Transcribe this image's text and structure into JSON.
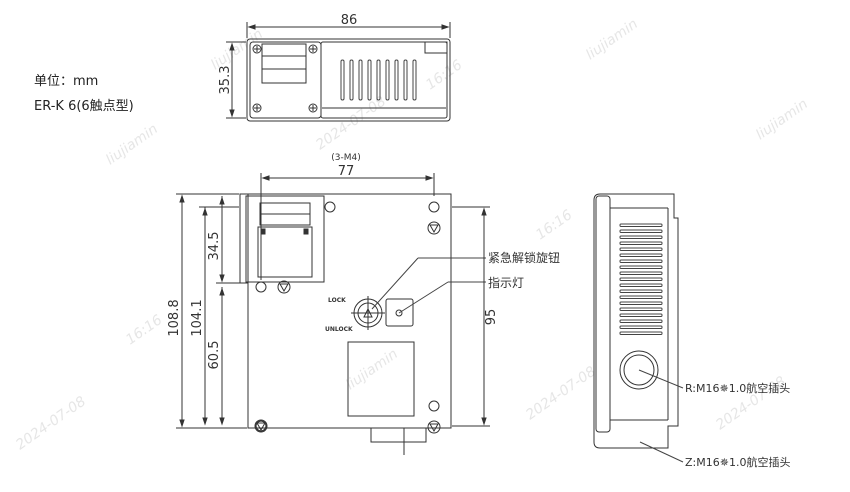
{
  "notes": {
    "unit": "单位：mm",
    "model": "ER-K 6(6触点型)"
  },
  "dimensions": {
    "top_width": "86",
    "top_height": "35.3",
    "front_hole_label": "(3-M4)",
    "front_hole_spacing": "77",
    "overall_height": "108.8",
    "hole_height": "104.1",
    "upper_offset": "34.5",
    "lower_offset": "60.5",
    "right_height": "95"
  },
  "labels": {
    "lock": "LOCK",
    "unlock": "UNLOCK",
    "emergency_knob": "紧急解锁旋钮",
    "indicator": "指示灯",
    "connector_r": "R:M16✵1.0航空插头",
    "connector_z": "Z:M16✵1.0航空插头"
  },
  "watermark": {
    "text_a": "liujiamin",
    "text_b": "2024-07-08",
    "text_c": "16:16"
  },
  "colors": {
    "line": "#333333",
    "light_line": "#555555",
    "watermark": "#c8c8c8"
  }
}
